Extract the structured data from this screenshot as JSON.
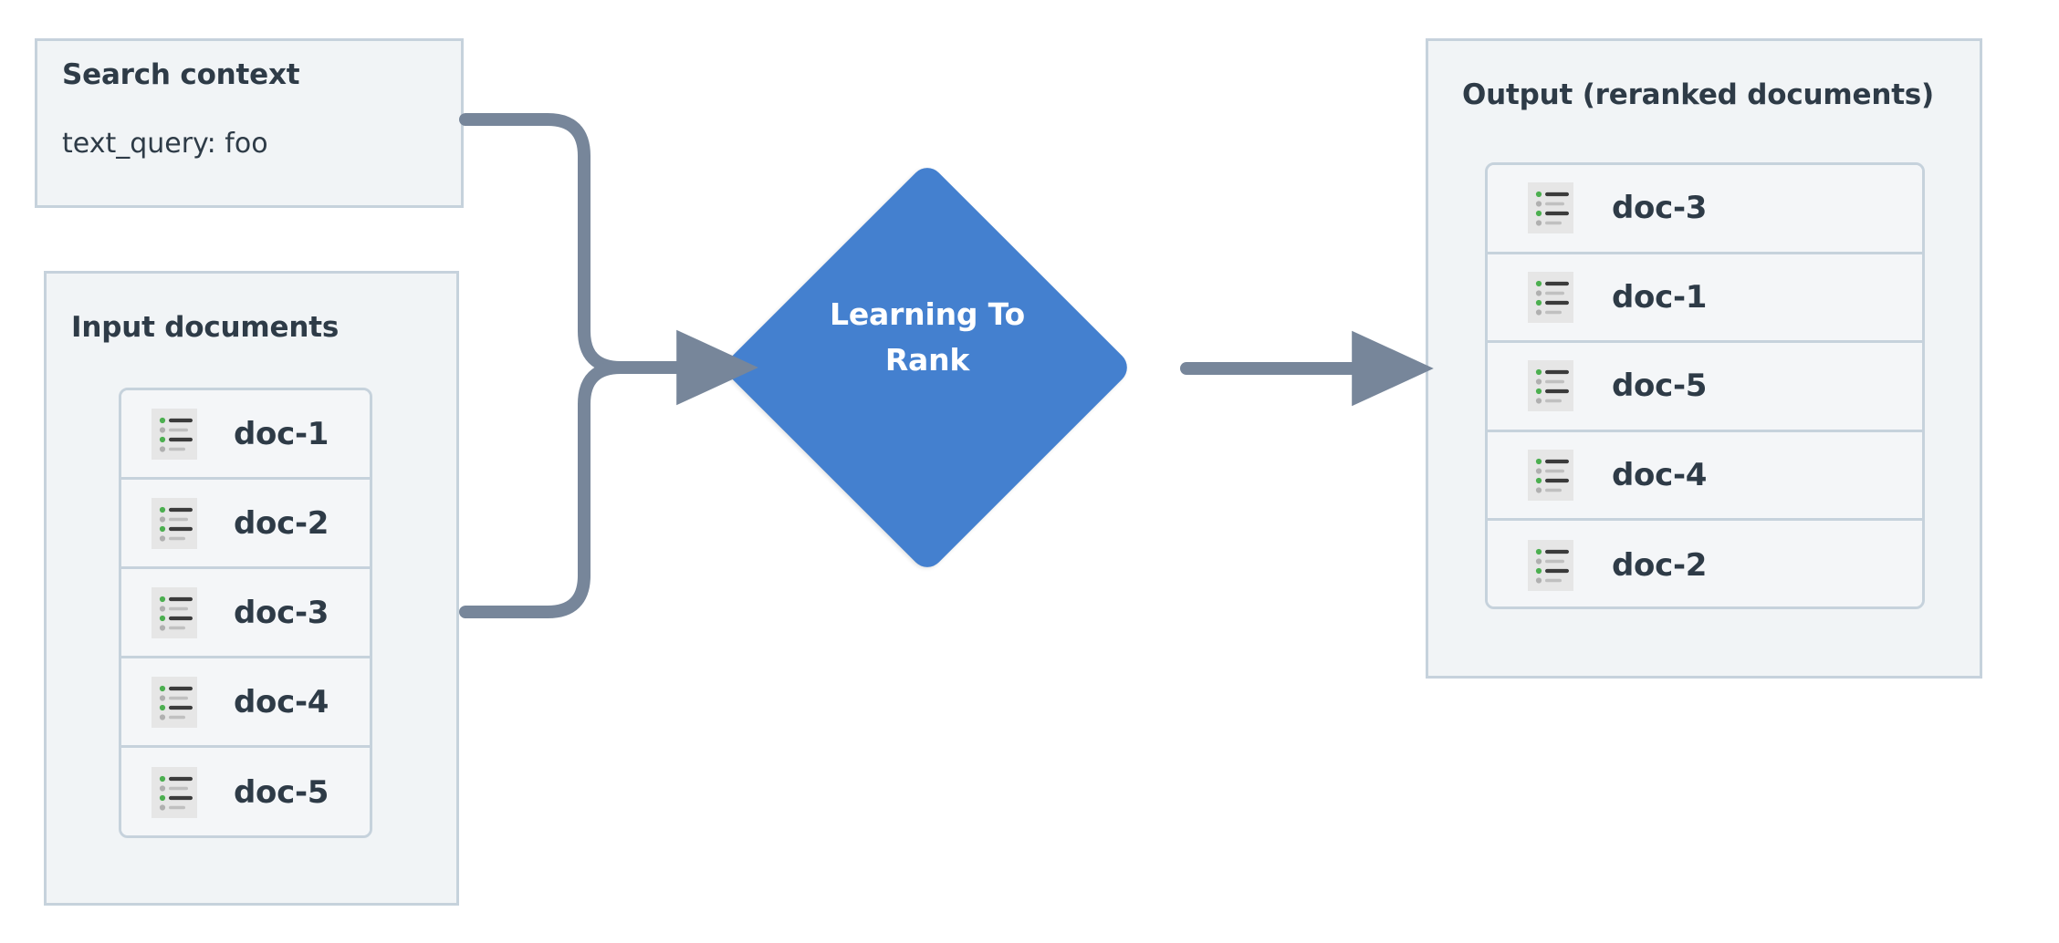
{
  "diagram": {
    "title_semantic": "learning-to-rank-flow",
    "background": "#ffffff",
    "colors": {
      "panel_fill": "#f1f4f6",
      "panel_border": "#c6d2dc",
      "text": "#2e3b47",
      "node_blue": "#4480cf",
      "node_text": "#ffffff",
      "connector": "#77869a",
      "icon_bg": "#e6e6e6",
      "icon_bullet_green": "#4caf50",
      "icon_bullet_gray": "#b0b0b0",
      "icon_line_dark": "#3b3b3b",
      "icon_line_light": "#c0c0c0"
    }
  },
  "search_context": {
    "title": "Search context",
    "query_label": "text_query: foo"
  },
  "input_documents": {
    "title": "Input documents",
    "docs": [
      {
        "label": "doc-1",
        "icon": "document-list-icon"
      },
      {
        "label": "doc-2",
        "icon": "document-list-icon"
      },
      {
        "label": "doc-3",
        "icon": "document-list-icon"
      },
      {
        "label": "doc-4",
        "icon": "document-list-icon"
      },
      {
        "label": "doc-5",
        "icon": "document-list-icon"
      }
    ]
  },
  "model_node": {
    "label_line1": "Learning To",
    "label_line2": "Rank",
    "shape": "diamond"
  },
  "output": {
    "title": "Output (reranked documents)",
    "docs": [
      {
        "label": "doc-3",
        "icon": "document-list-icon"
      },
      {
        "label": "doc-1",
        "icon": "document-list-icon"
      },
      {
        "label": "doc-5",
        "icon": "document-list-icon"
      },
      {
        "label": "doc-4",
        "icon": "document-list-icon"
      },
      {
        "label": "doc-2",
        "icon": "document-list-icon"
      }
    ]
  },
  "connectors": [
    {
      "name": "search-context-to-model",
      "from": "search_context",
      "to": "model_node",
      "arrow": true
    },
    {
      "name": "input-documents-to-model",
      "from": "input_documents",
      "to": "model_node",
      "arrow": true
    },
    {
      "name": "model-to-output",
      "from": "model_node",
      "to": "output",
      "arrow": true
    }
  ]
}
